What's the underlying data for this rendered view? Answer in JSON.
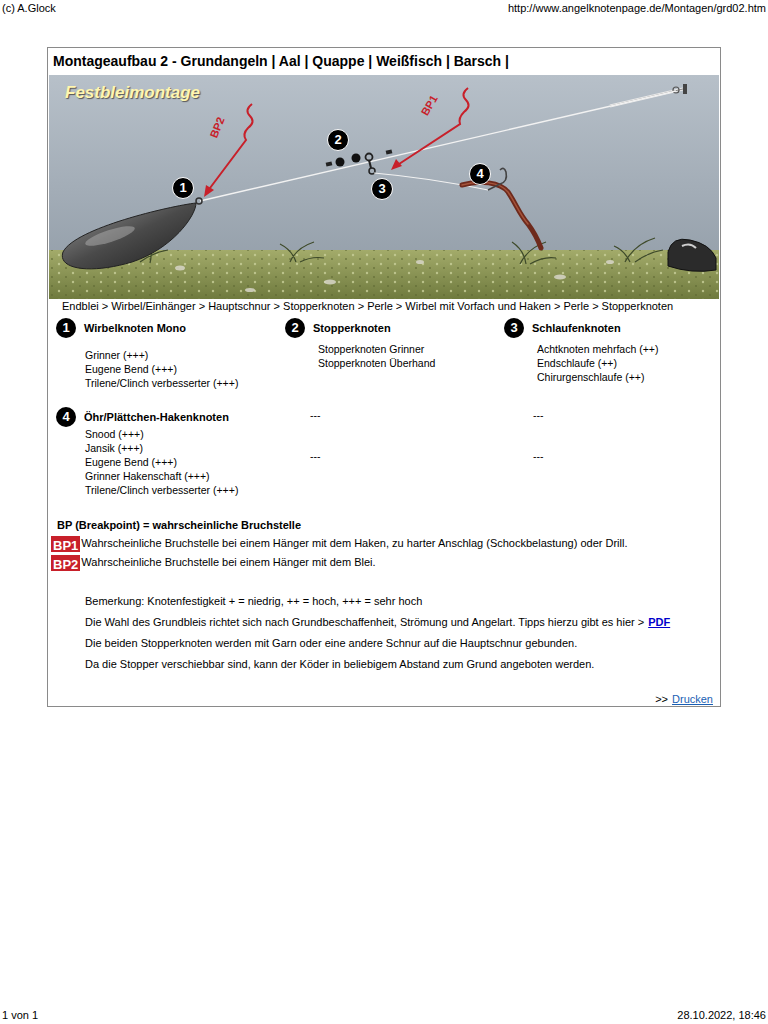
{
  "diagram": {
    "title": "Montageaufbau 2 - Grundangeln | Aal | Quappe | Weißfisch | Barsch |",
    "nodes": [
      {
        "text": [
          "1"
        ]
      },
      {
        "text": [
          "2"
        ]
      },
      {
        "text": [
          "3"
        ]
      },
      {
        "text": [
          "4"
        ]
      },
      {
        "text": [
          "1",
          "Wirbelknoten Mono"
        ]
      },
      {
        "text": [
          "2",
          "Stopperknoten"
        ]
      },
      {
        "text": [
          "3",
          "Schlaufenknoten"
        ]
      },
      {
        "text": [
          "4",
          "Öhr/Plättchen-Hakenknoten"
        ]
      },
      {
        "text": [
          "BP1"
        ]
      },
      {
        "text": [
          "BP2"
        ]
      }
    ],
    "labels": [
      "(c) A.Glock",
      "http://www.angelknotenpage.de/Montagen/grd02.htm",
      "Festbleimontage",
      "BP2",
      "BP1",
      "Endblei > Wirbel/Einhänger > Hauptschnur > Stopperknoten > Perle > Wirbel mit Vorfach und Haken > Perle > Stopperknoten",
      "Grinner (+++)",
      "Eugene Bend (+++)",
      "Trilene/Clinch verbesserter (+++)",
      "Stopperknoten Grinner",
      "Stopperknoten Überhand",
      "Achtknoten mehrfach (++)",
      "Endschlaufe (++)",
      "Chirurgenschlaufe (++)",
      "---",
      "---",
      "Snood (+++)",
      "Jansik (+++)",
      "Eugene Bend (+++)",
      "Grinner Hakenschaft (+++)",
      "Trilene/Clinch verbesserter (+++)",
      "---",
      "---",
      "BP (Breakpoint) = wahrscheinliche Bruchstelle",
      "Wahrscheinliche Bruchstelle bei einem Hänger mit dem Haken, zu harter Anschlag (Schockbelastung) oder Drill.",
      "Wahrscheinliche Bruchstelle bei einem Hänger mit dem Blei.",
      "Bemerkung: Knotenfestigkeit + = niedrig, ++ = hoch, +++ = sehr hoch",
      "Die Wahl des Grundbleis richtet sich nach Grundbeschaffenheit, Strömung und Angelart. Tipps hierzu gibt es hier >",
      "PDF",
      "Die beiden Stopperknoten werden mit Garn oder eine andere Schnur auf die Hauptschnur gebunden.",
      "Da die Stopper verschiebbar sind, kann der Köder in beliebigem Abstand zum Grund angeboten werden.",
      ">>",
      "Drucken",
      "1 von 1",
      "28.10.2022, 18:46"
    ]
  }
}
